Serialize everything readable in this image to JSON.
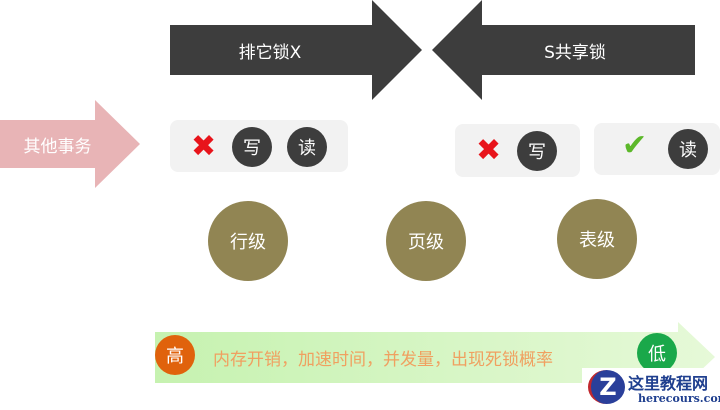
{
  "locks": {
    "exclusive": "排它锁X",
    "shared": "S共享锁"
  },
  "other_tx": "其他事务",
  "exclusive_box": {
    "write": "写",
    "read": "读"
  },
  "shared_box": {
    "write": "写",
    "read": "读"
  },
  "levels": [
    "行级",
    "页级",
    "表级"
  ],
  "scale": {
    "high": "高",
    "low": "低",
    "text": "内存开销，加速时间，并发量，出现死锁概率"
  },
  "watermark": {
    "name": "这里教程网",
    "url": "herecours.com"
  },
  "colors": {
    "dark": "#3d3d3d",
    "pink": "#e8b4b6",
    "olive": "#918553",
    "orange": "#e0620c",
    "green": "#1aa84a",
    "text_orange": "#f0a060"
  }
}
